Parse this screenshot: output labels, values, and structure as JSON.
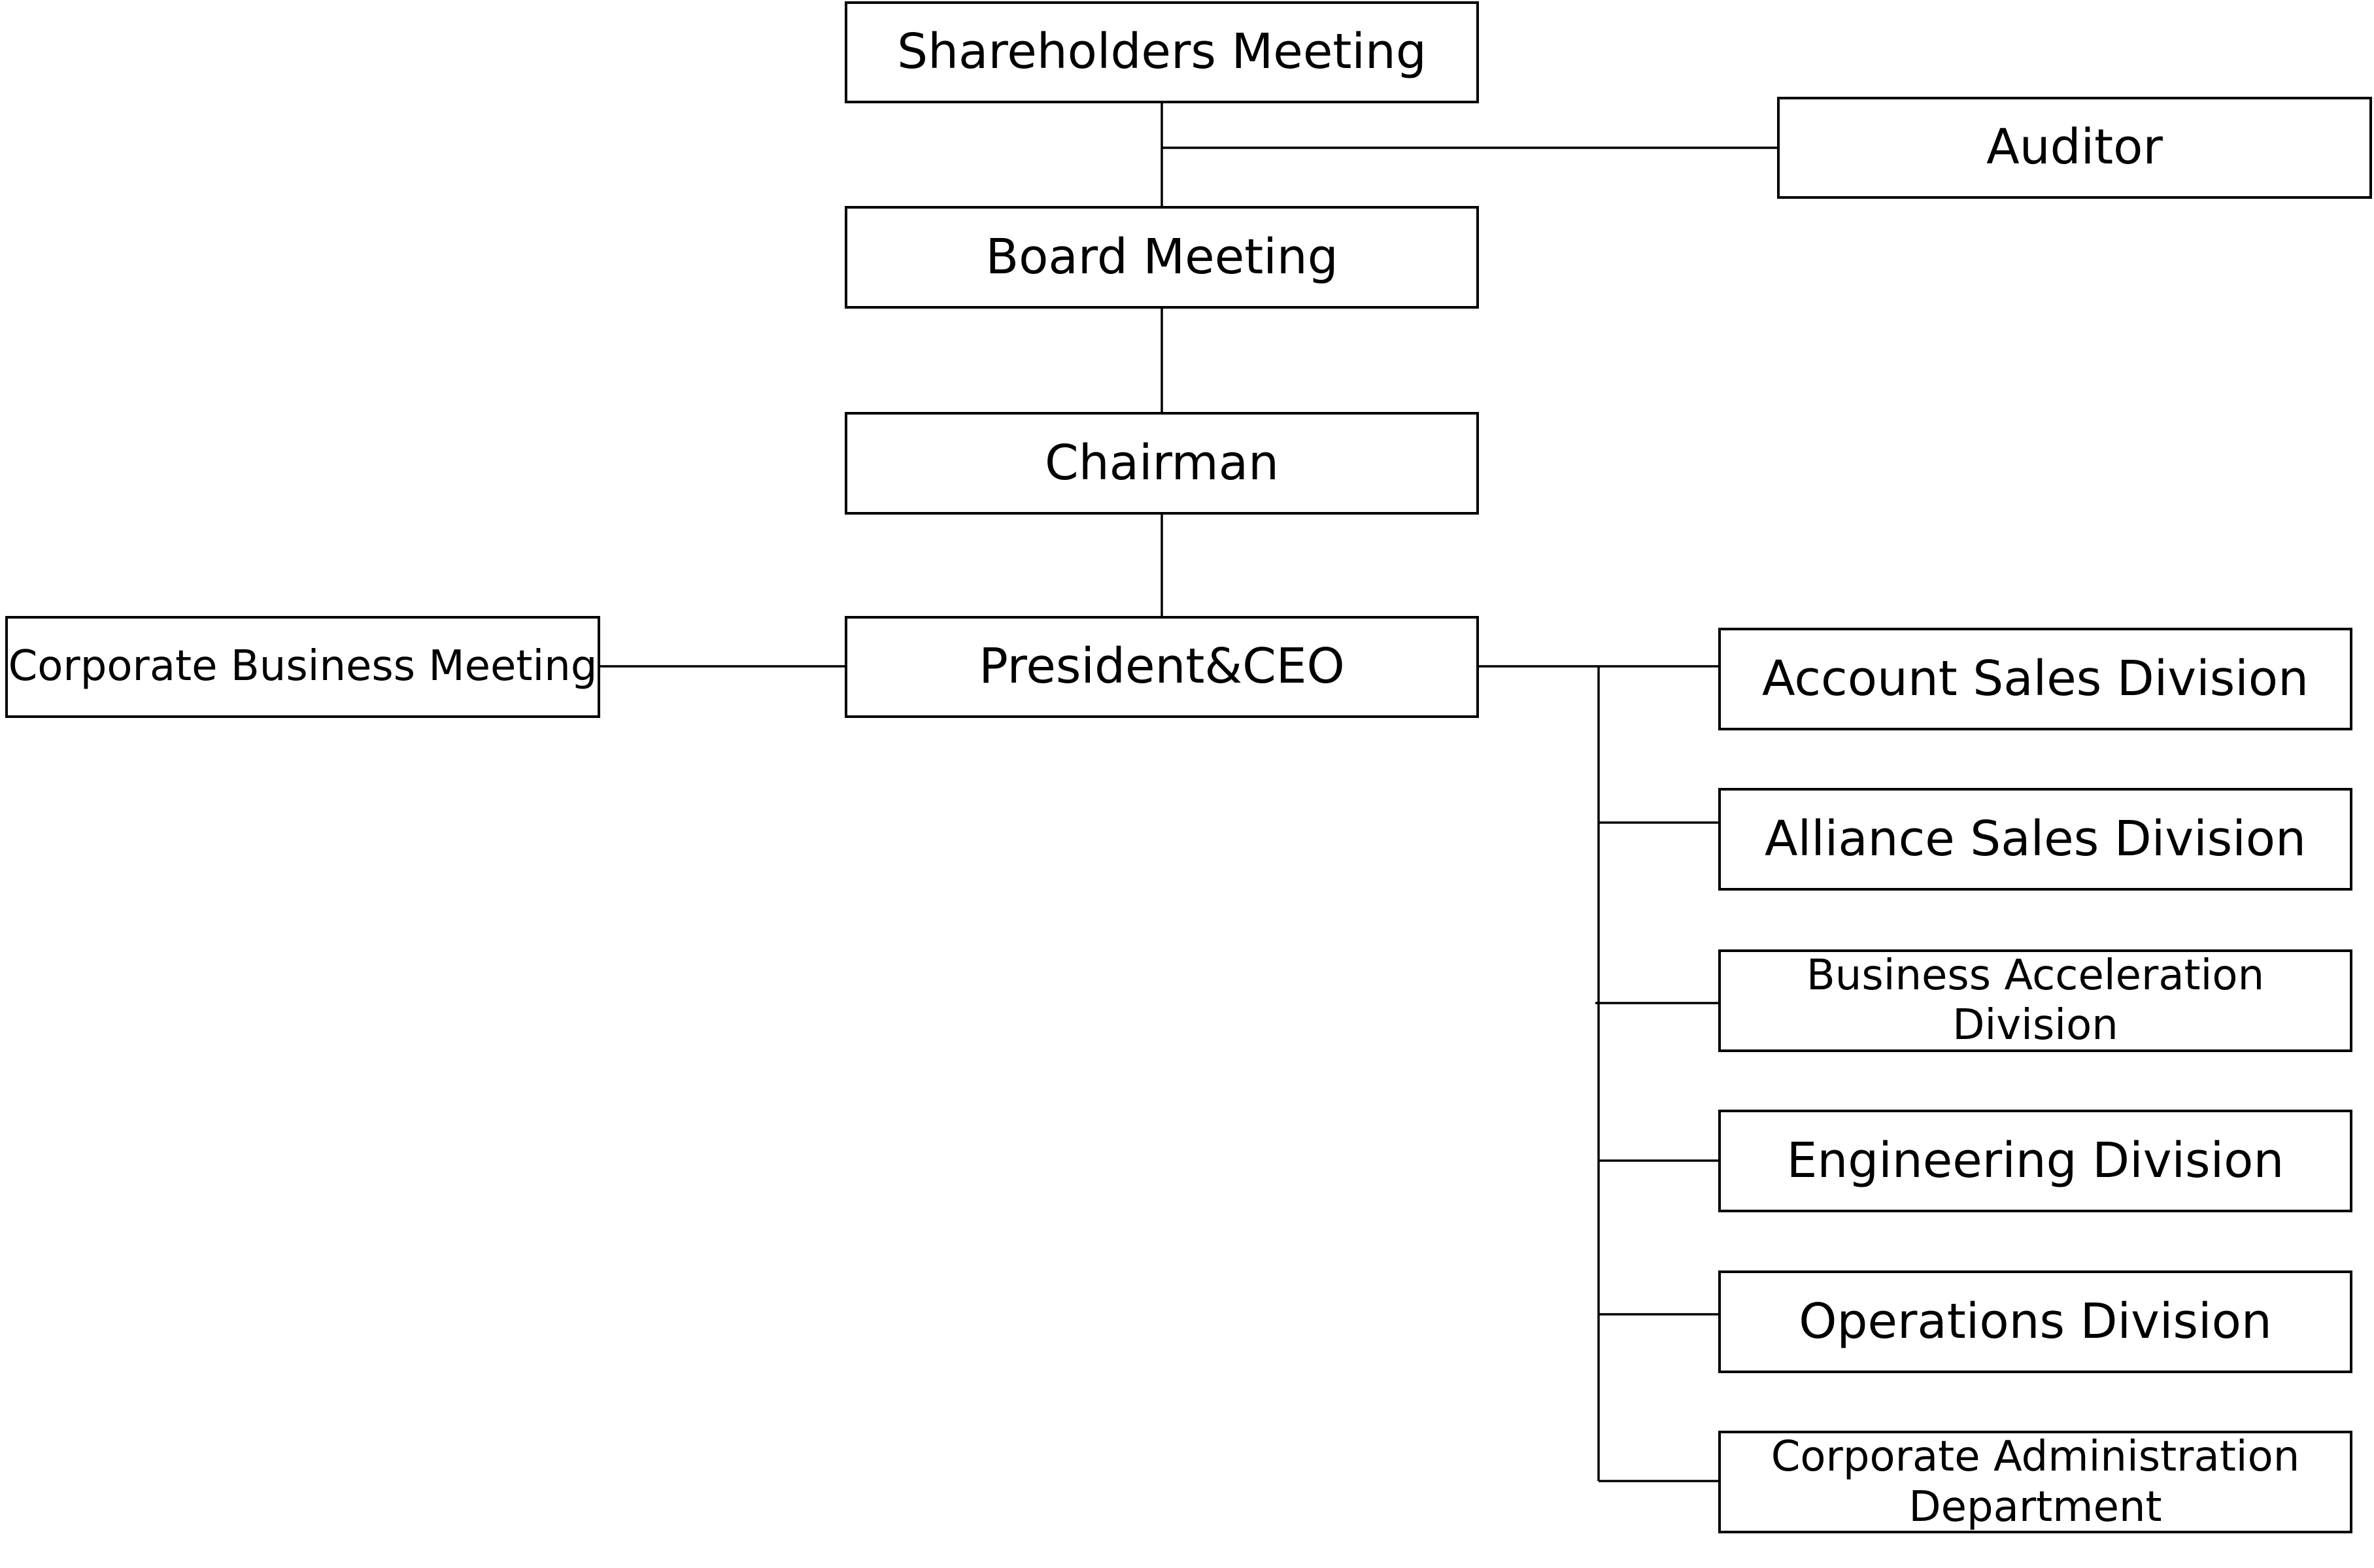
{
  "org_chart": {
    "governance": {
      "shareholders_meeting": "Shareholders Meeting",
      "auditor": "Auditor",
      "board_meeting": "Board Meeting",
      "chairman": "Chairman"
    },
    "executive": {
      "president_ceo": "President&CEO",
      "corporate_business_meeting": "Corporate Business Meeting"
    },
    "divisions": [
      {
        "label": "Account Sales Division"
      },
      {
        "label": "Alliance Sales Division"
      },
      {
        "label": "Business Acceleration Division"
      },
      {
        "label": "Engineering Division"
      },
      {
        "label": "Operations Division"
      },
      {
        "label": "Corporate Administration Department"
      }
    ]
  },
  "colors": {
    "line": "#000000",
    "box_border": "#000000",
    "background": "#ffffff"
  }
}
